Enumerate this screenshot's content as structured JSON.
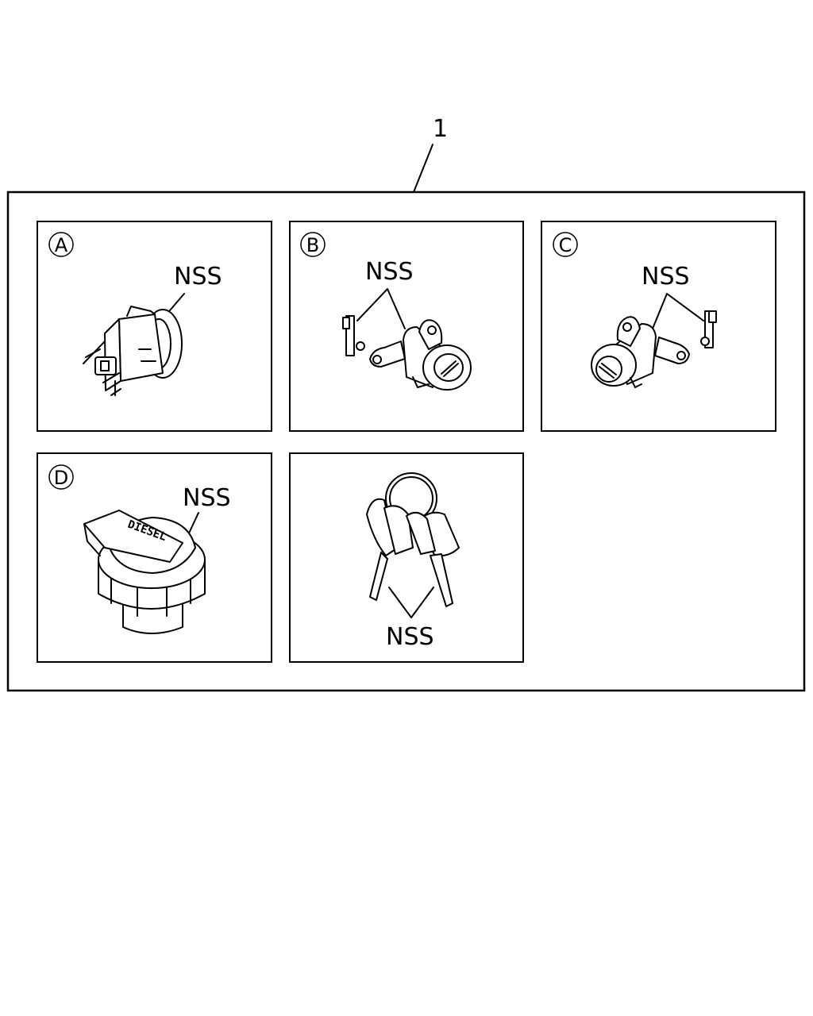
{
  "assembly": {
    "item_number": "1"
  },
  "panels": [
    {
      "ref": "A",
      "label": "NSS"
    },
    {
      "ref": "B",
      "label": "NSS"
    },
    {
      "ref": "C",
      "label": "NSS"
    },
    {
      "ref": "D",
      "label": "NSS",
      "cap_text": "DIESEL"
    },
    {
      "ref": "",
      "label": "NSS"
    }
  ]
}
